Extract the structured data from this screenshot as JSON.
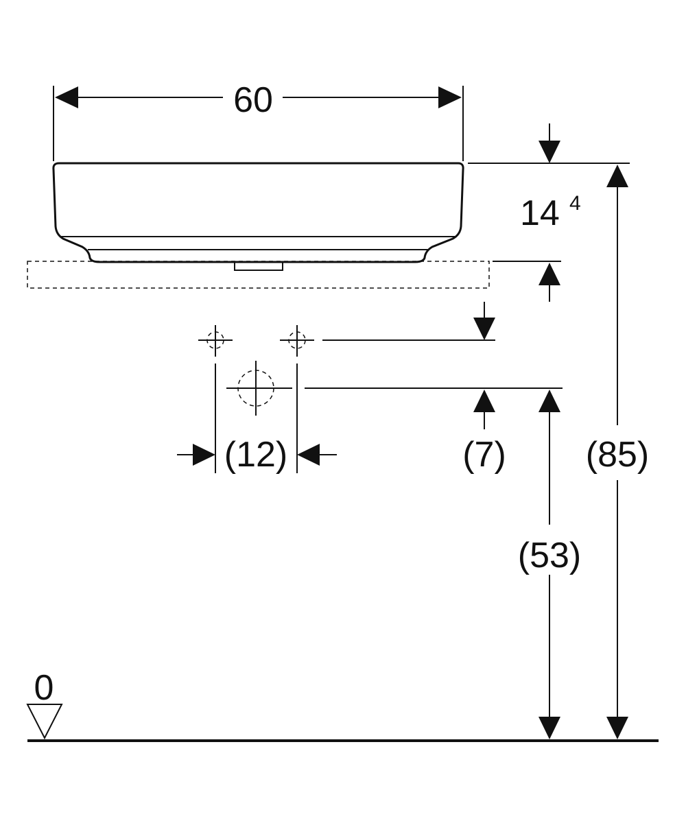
{
  "dimensions": {
    "width_label": "60",
    "basin_height_main": "14",
    "basin_height_sup": "4",
    "tap_spacing_label": "(12)",
    "tap_offset_label": "(7)",
    "drain_height_label": "(53)",
    "total_height_label": "(85)",
    "floor_level_label": "0"
  }
}
